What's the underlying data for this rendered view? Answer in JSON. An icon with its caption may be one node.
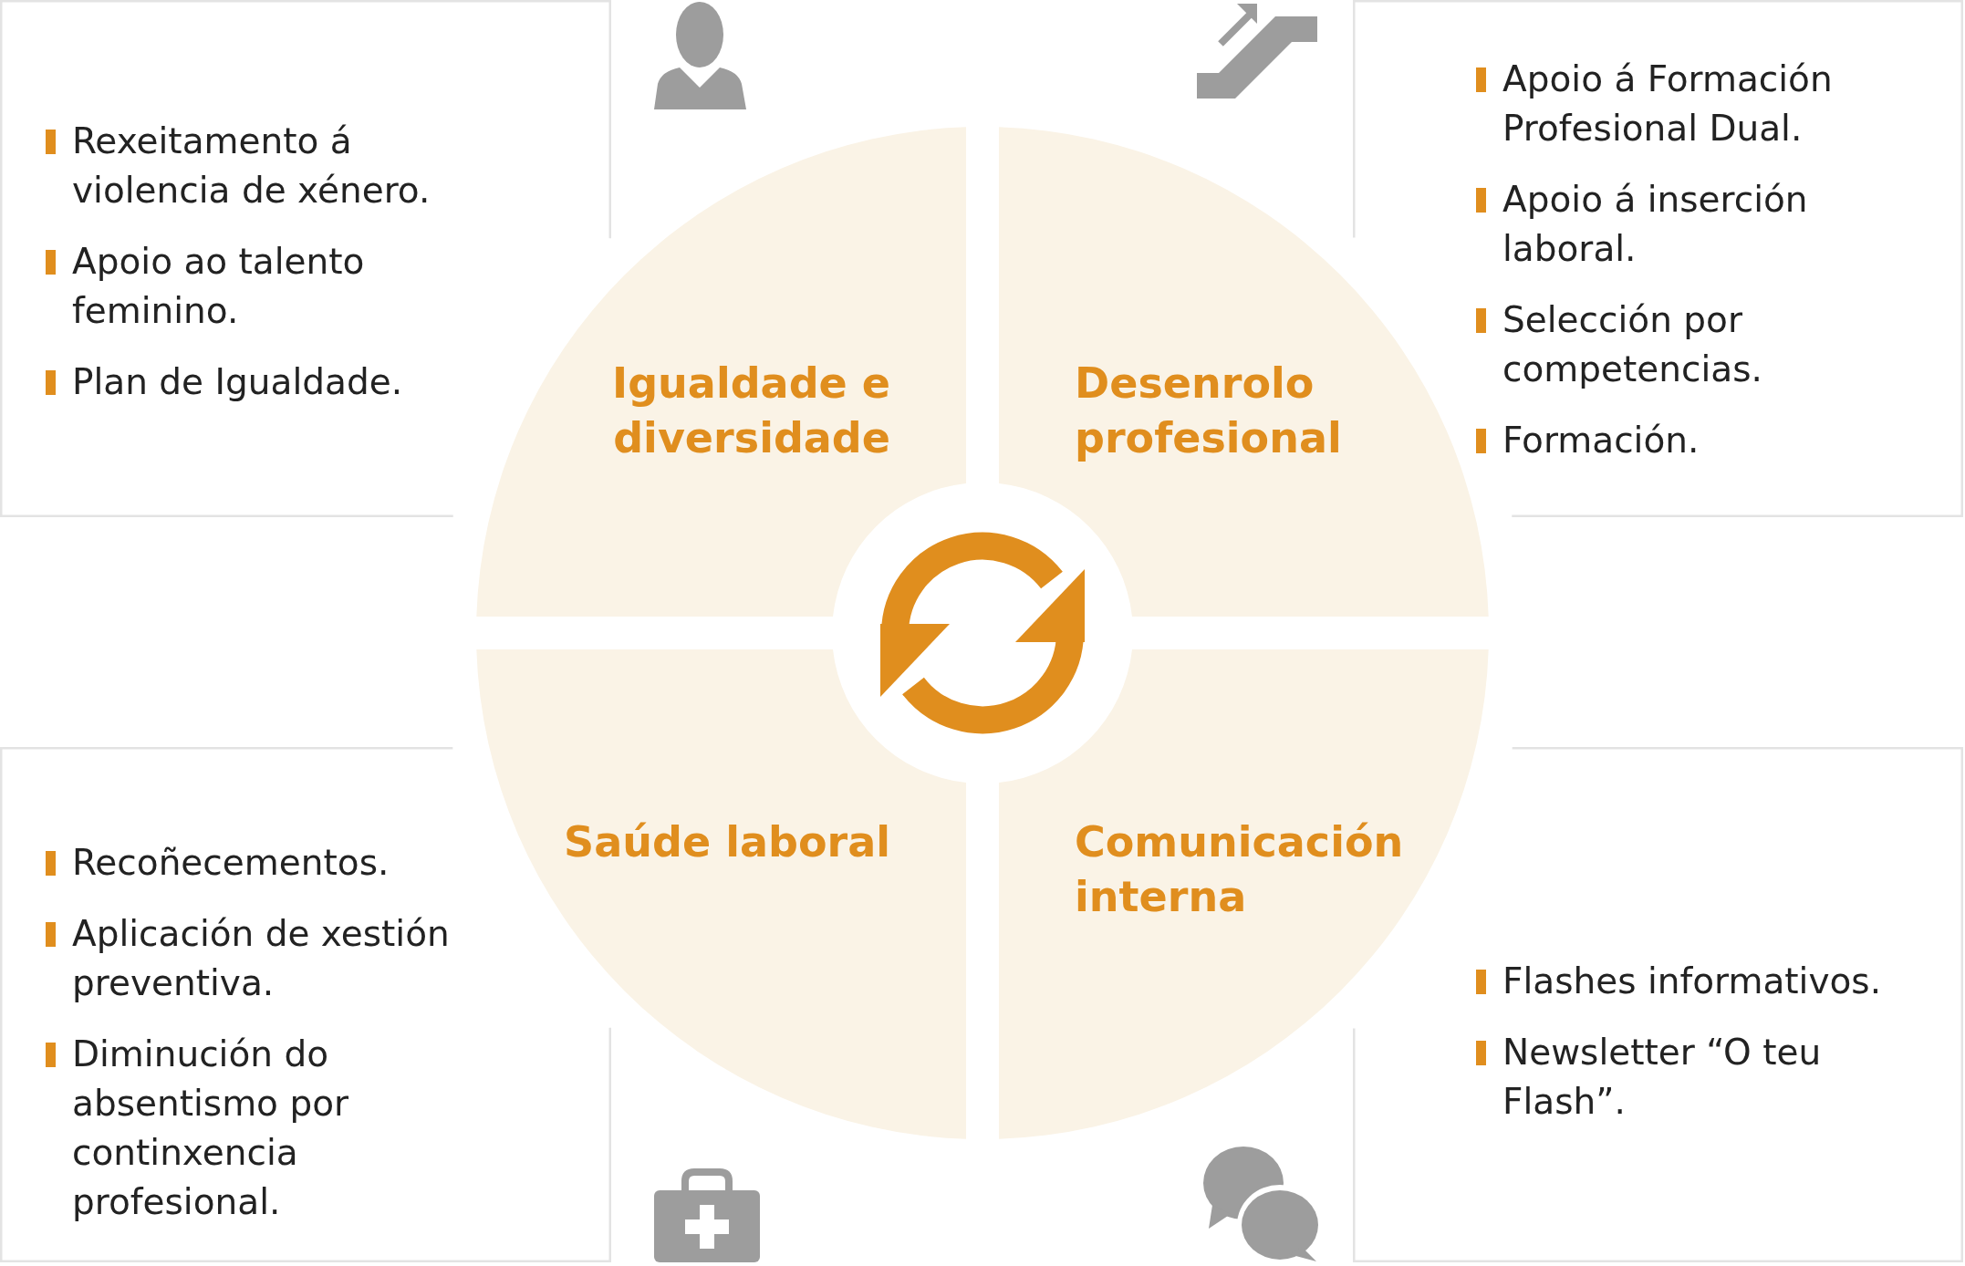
{
  "diagram": {
    "nodes": [
      {
        "text": [
          "Igualdade e diversidade"
        ]
      },
      {
        "text": [
          "Desenrolo profesional"
        ]
      },
      {
        "text": [
          "Saúde laboral"
        ]
      },
      {
        "text": [
          "Comunicación interna"
        ]
      },
      {
        "text": [
          "Rexeitamento á violencia de xénero.",
          "Apoio ao talento feminino.",
          "Plan de Igualdade."
        ]
      },
      {
        "text": [
          "Apoio á Formación Profesional Dual.",
          "Apoio á inserción laboral.",
          "Selección por competencias.",
          "Formación."
        ]
      },
      {
        "text": [
          "Recoñecementos.",
          "Aplicación de xestión preventiva.",
          "Diminución do absentismo por continxencia profesional."
        ]
      },
      {
        "text": [
          "Flashes informativos.",
          "Newsletter “O teu Flash”."
        ]
      }
    ]
  }
}
